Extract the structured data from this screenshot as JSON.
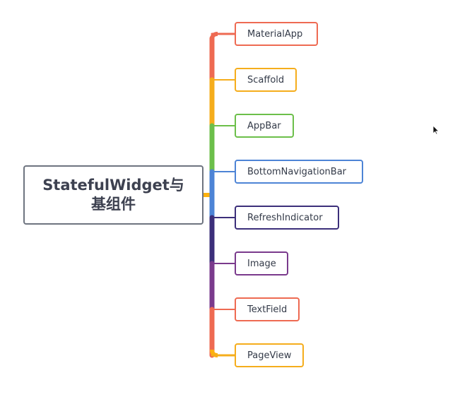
{
  "root": {
    "label": "StatefulWidget与\n基组件"
  },
  "branches": [
    {
      "label": "MaterialApp",
      "color": "#ee6a52"
    },
    {
      "label": "Scaffold",
      "color": "#f5ad1c"
    },
    {
      "label": "AppBar",
      "color": "#6cbf4a"
    },
    {
      "label": "BottomNavigationBar",
      "color": "#4d84d6"
    },
    {
      "label": "RefreshIndicator",
      "color": "#3c2f7a"
    },
    {
      "label": "Image",
      "color": "#7a3a8c"
    },
    {
      "label": "TextField",
      "color": "#ee6a52"
    },
    {
      "label": "PageView",
      "color": "#f5ad1c"
    }
  ],
  "colors": {
    "trunk_default": "#fcb10f",
    "root_border": "#6e7480"
  }
}
